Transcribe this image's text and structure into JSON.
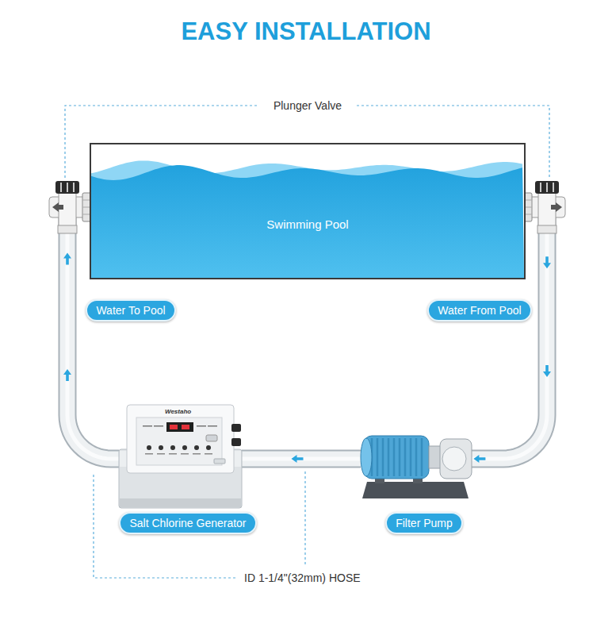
{
  "diagram": {
    "title": "EASY INSTALLATION",
    "nodes": [
      {
        "text": [
          "Swimming Pool"
        ]
      },
      {
        "text": [
          "Westaho",
          "Salt Chlorine Generator"
        ]
      },
      {
        "text": [
          "Filter Pump"
        ]
      }
    ],
    "edges": [
      {
        "from": 0,
        "to": 2,
        "arrow": "to",
        "label": "Water From Pool"
      },
      {
        "from": 2,
        "to": 1,
        "arrow": "to"
      },
      {
        "from": 1,
        "to": 0,
        "arrow": "to",
        "label": "Water To Pool"
      }
    ],
    "labels": [
      "Plunger Valve",
      "ID 1-1/4\"(32mm) HOSE"
    ]
  }
}
